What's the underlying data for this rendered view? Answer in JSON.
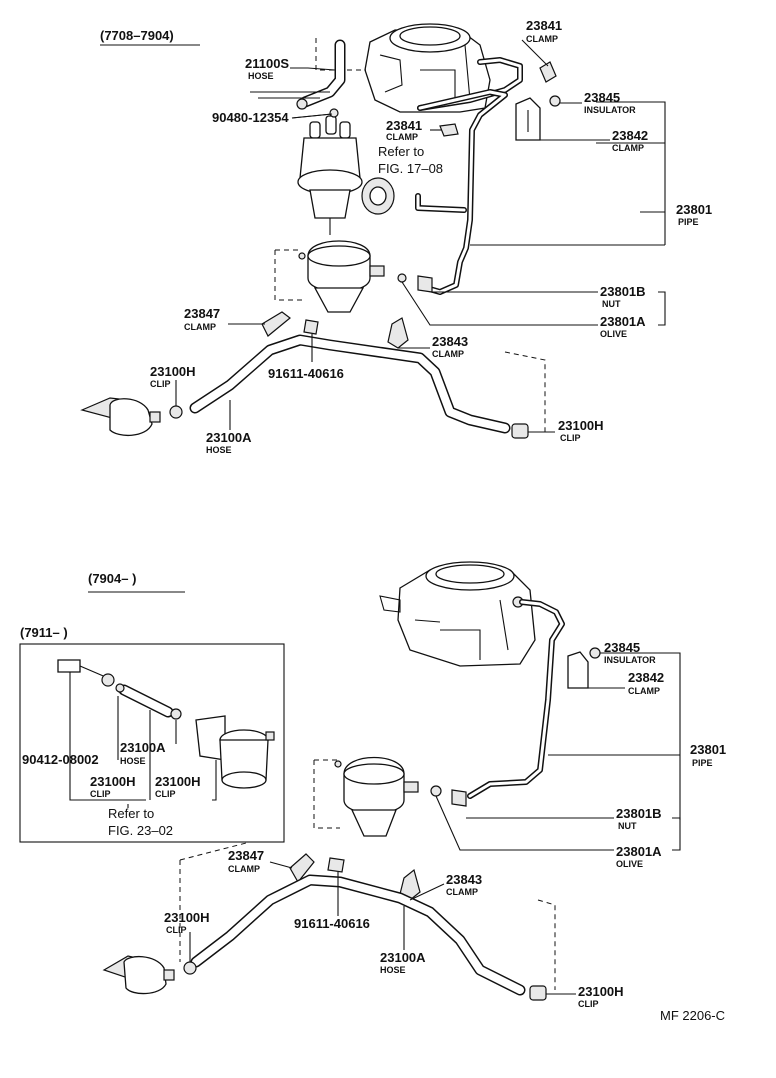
{
  "top": {
    "range_label": "(7708–7904)",
    "labels": {
      "p21100S": {
        "num": "21100S",
        "name": "HOSE"
      },
      "p90480": {
        "num": "90480-12354"
      },
      "p23841a": {
        "num": "23841",
        "name": "CLAMP"
      },
      "p23841b": {
        "num": "23841",
        "name": "CLAMP"
      },
      "ref_line1": "Refer to",
      "ref_line2": "FIG. 17–08",
      "p23845": {
        "num": "23845",
        "name": "INSULATOR"
      },
      "p23842": {
        "num": "23842",
        "name": "CLAMP"
      },
      "p23801": {
        "num": "23801",
        "name": "PIPE"
      },
      "p23801B": {
        "num": "23801B",
        "name": "NUT"
      },
      "p23801A": {
        "num": "23801A",
        "name": "OLIVE"
      },
      "p23847": {
        "num": "23847",
        "name": "CLAMP"
      },
      "p23843": {
        "num": "23843",
        "name": "CLAMP"
      },
      "p91611": {
        "num": "91611-40616"
      },
      "p23100H_left": {
        "num": "23100H",
        "name": "CLIP"
      },
      "p23100A": {
        "num": "23100A",
        "name": "HOSE"
      },
      "p23100H_right": {
        "num": "23100H",
        "name": "CLIP"
      }
    }
  },
  "bottom": {
    "range_label": "(7904–        )",
    "inset": {
      "range_label": "(7911–        )",
      "p90412": {
        "num": "90412-08002"
      },
      "p23100A": {
        "num": "23100A",
        "name": "HOSE"
      },
      "p23100H_a": {
        "num": "23100H",
        "name": "CLIP"
      },
      "p23100H_b": {
        "num": "23100H",
        "name": "CLIP"
      },
      "ref_line1": "Refer to",
      "ref_line2": "FIG. 23–02"
    },
    "labels": {
      "p23845": {
        "num": "23845",
        "name": "INSULATOR"
      },
      "p23842": {
        "num": "23842",
        "name": "CLAMP"
      },
      "p23801": {
        "num": "23801",
        "name": "PIPE"
      },
      "p23801B": {
        "num": "23801B",
        "name": "NUT"
      },
      "p23801A": {
        "num": "23801A",
        "name": "OLIVE"
      },
      "p23847": {
        "num": "23847",
        "name": "CLAMP"
      },
      "p23843": {
        "num": "23843",
        "name": "CLAMP"
      },
      "p91611": {
        "num": "91611-40616"
      },
      "p23100H_left": {
        "num": "23100H",
        "name": "CLIP"
      },
      "p23100A": {
        "num": "23100A",
        "name": "HOSE"
      },
      "p23100H_right": {
        "num": "23100H",
        "name": "CLIP"
      }
    }
  },
  "figure_code": "MF 2206-C"
}
